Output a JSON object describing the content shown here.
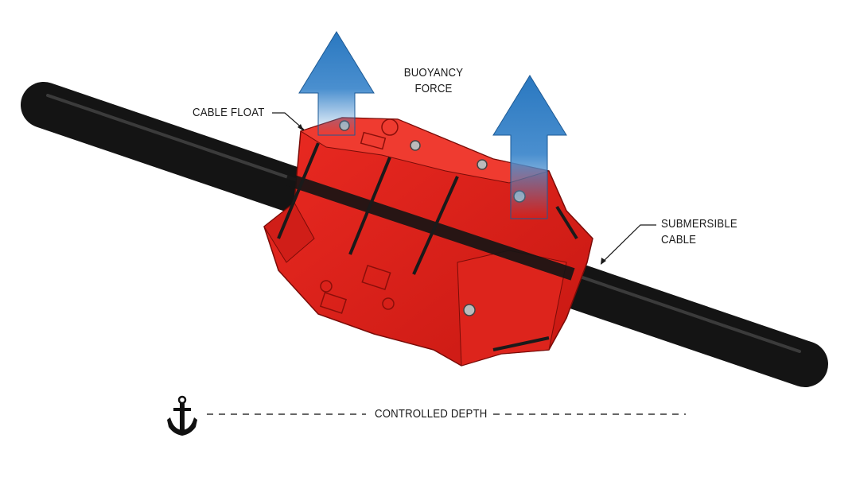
{
  "labels": {
    "buoyancy_force_line1": "BUOYANCY",
    "buoyancy_force_line2": "FORCE",
    "cable_float": "CABLE FLOAT",
    "submersible_cable_line1": "SUBMERSIBLE",
    "submersible_cable_line2": "CABLE",
    "controlled_depth": "CONTROLLED DEPTH"
  },
  "colors": {
    "float_red": "#e0221c",
    "arrow_blue": "#2a78c0",
    "cable_black": "#141414"
  },
  "icons": [
    "anchor-icon",
    "buoyancy-arrow-icon"
  ]
}
